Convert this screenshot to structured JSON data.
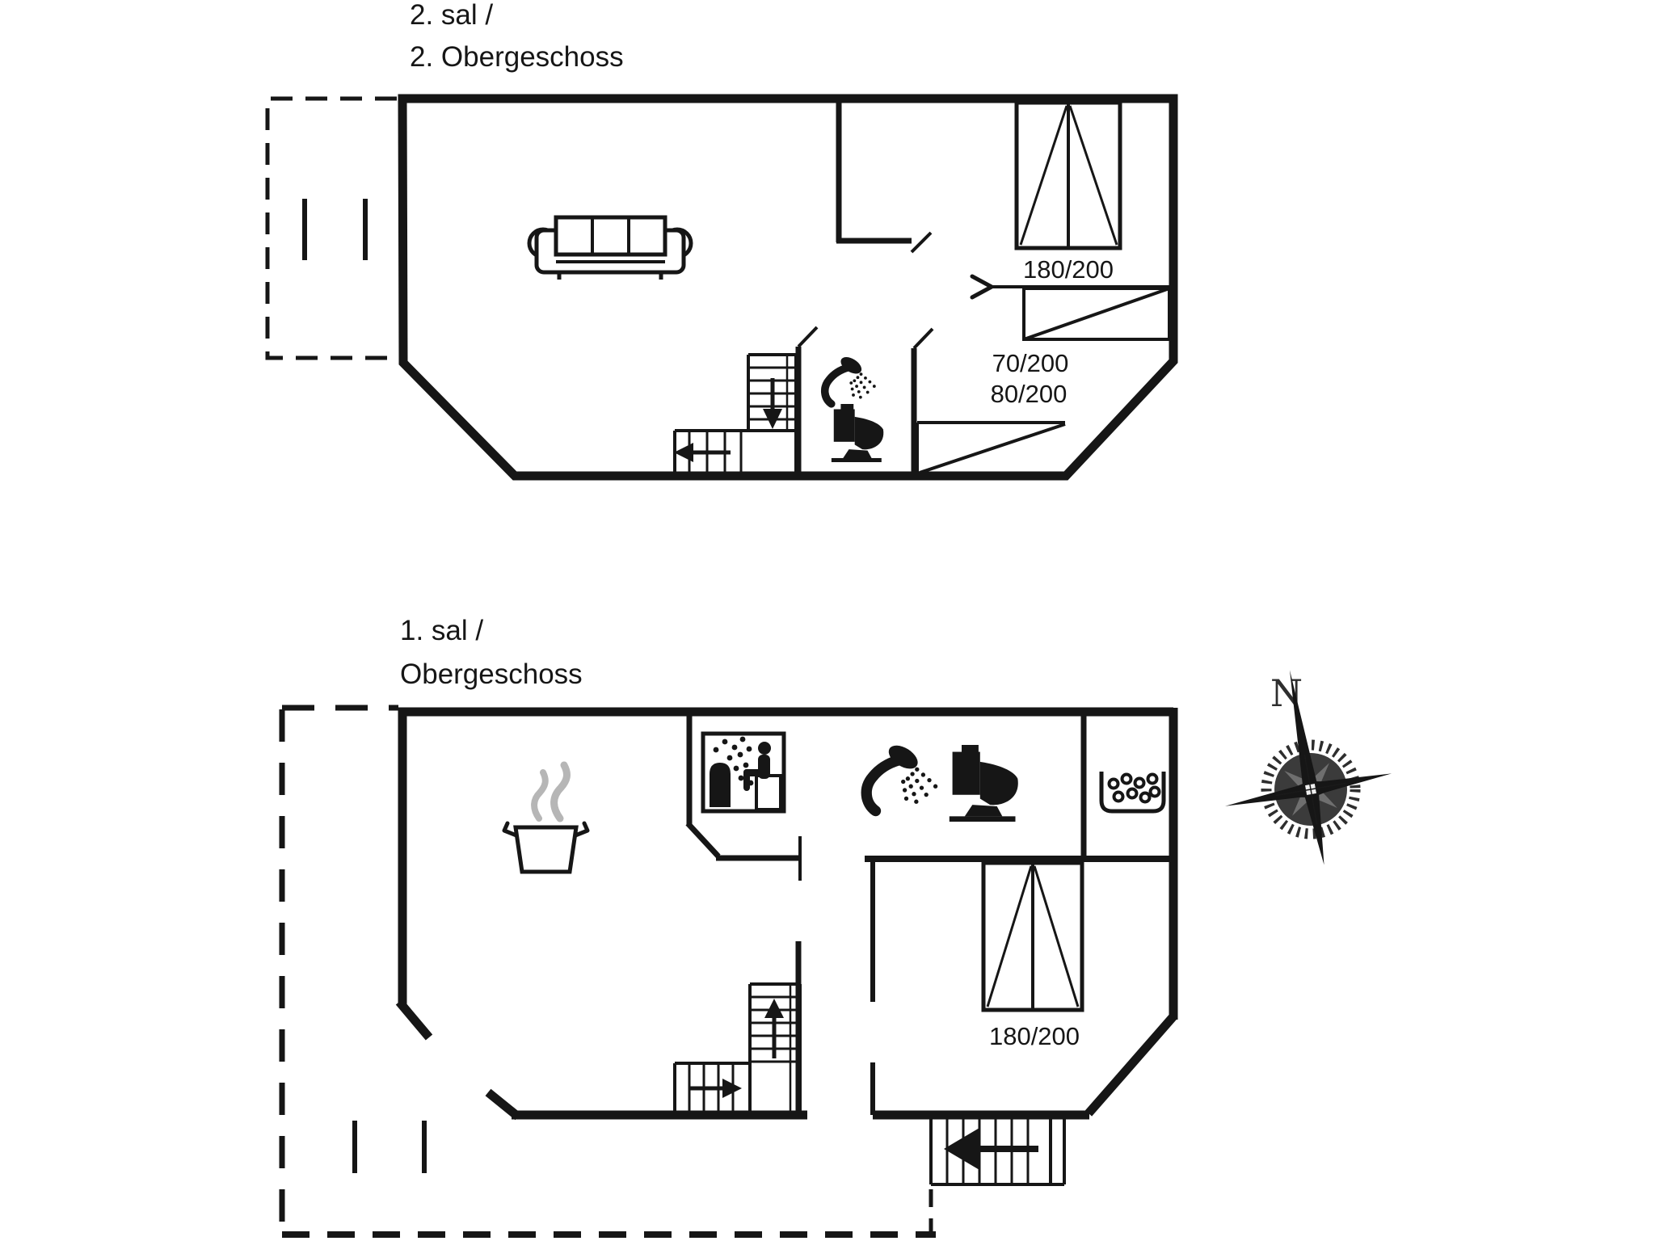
{
  "colors": {
    "background": "#ffffff",
    "ink": "#161616",
    "steam": "#b6b6b6",
    "compass": "#2e2e2e"
  },
  "floor2": {
    "title_line1": "2. sal /",
    "title_line2": "2. Obergeschoss",
    "window_label": "180/200",
    "slope_label_1": "70/200",
    "slope_label_2": "80/200"
  },
  "floor1": {
    "title_line1": "1. sal /",
    "title_line2": "Obergeschoss",
    "window_label": "180/200"
  },
  "compass": {
    "north_label": "N"
  },
  "icons": {
    "sofa-icon": "three-seat sofa, top view",
    "casement-window-icon": "double casement window symbol",
    "staircase-down-icon": "L-shaped stair run with down arrow",
    "staircase-up-icon": "L-shaped stair run with up arrow",
    "shower-icon": "hand shower with spray",
    "toilet-icon": "toilet, side view",
    "cooking-pot-icon": "steaming cooking pot (kitchen)",
    "sauna-icon": "sauna pictogram: stove, steam dots, seated person",
    "laundry-tub-icon": "tub with bubbles (laundry/washing)",
    "entrance-arrow-icon": "entrance stairs with direction arrow",
    "compass-rose-icon": "compass rose pointing north"
  }
}
